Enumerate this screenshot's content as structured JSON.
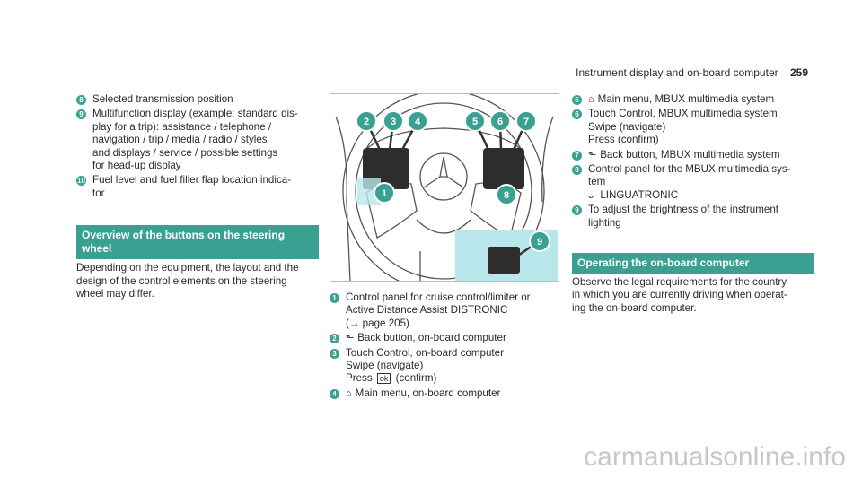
{
  "header": {
    "title": "Instrument display and on-board computer",
    "page": "259"
  },
  "col1": {
    "items": [
      {
        "num": "8",
        "text": "Selected transmission position"
      },
      {
        "num": "9",
        "text": "Multifunction display (example: standard dis-\nplay for a trip): assistance / telephone /\nnavigation / trip / media / radio / styles\nand displays / service / possible settings\nfor head-up display"
      },
      {
        "num": "10",
        "text": "Fuel level and fuel filler flap location indica-\ntor"
      }
    ],
    "section_title": "Overview of the buttons on the steering\nwheel",
    "paragraph": "Depending on the equipment, the layout and the\ndesign of the control elements on the steering\nwheel may differ."
  },
  "figure": {
    "callouts": [
      "1",
      "2",
      "3",
      "4",
      "5",
      "6",
      "7",
      "8",
      "9"
    ]
  },
  "col2": {
    "items": [
      {
        "num": "1",
        "text": "Control panel for cruise control/limiter or\nActive Distance Assist DISTRONIC\n(→ page 205)"
      },
      {
        "num": "2",
        "icon": "⬑",
        "text": "Back button, on-board computer"
      },
      {
        "num": "3",
        "text": "Touch Control, on-board computer"
      }
    ],
    "item3_sub1": "Swipe (navigate)",
    "item3_press": "Press",
    "item3_ok": "ok",
    "item3_confirm": "(confirm)",
    "item4": {
      "num": "4",
      "icon": "⌂",
      "text": "Main menu, on-board computer"
    }
  },
  "col3": {
    "items": [
      {
        "num": "5",
        "icon": "⌂",
        "text": "Main menu, MBUX multimedia system"
      },
      {
        "num": "6",
        "text": "Touch Control, MBUX multimedia system"
      }
    ],
    "item6_sub1": "Swipe (navigate)",
    "item6_sub2": "Press (confirm)",
    "item7": {
      "num": "7",
      "icon": "⬑",
      "text": "Back button, MBUX multimedia system"
    },
    "item8": {
      "num": "8",
      "text": "Control panel for the MBUX multimedia sys-\ntem"
    },
    "item8_sub": "LINGUATRONIC",
    "item8_icon": "ᴗ",
    "item9": {
      "num": "9",
      "text": "To adjust the brightness of the instrument\nlighting"
    },
    "section_title": "Operating the on-board computer",
    "paragraph": "Observe the legal requirements for the country\nin which you are currently driving when operat-\ning the on-board computer."
  },
  "watermark": "carmanualsonline.info",
  "colors": {
    "accent": "#3aa192",
    "figure_bg": "#b9e6ea"
  }
}
